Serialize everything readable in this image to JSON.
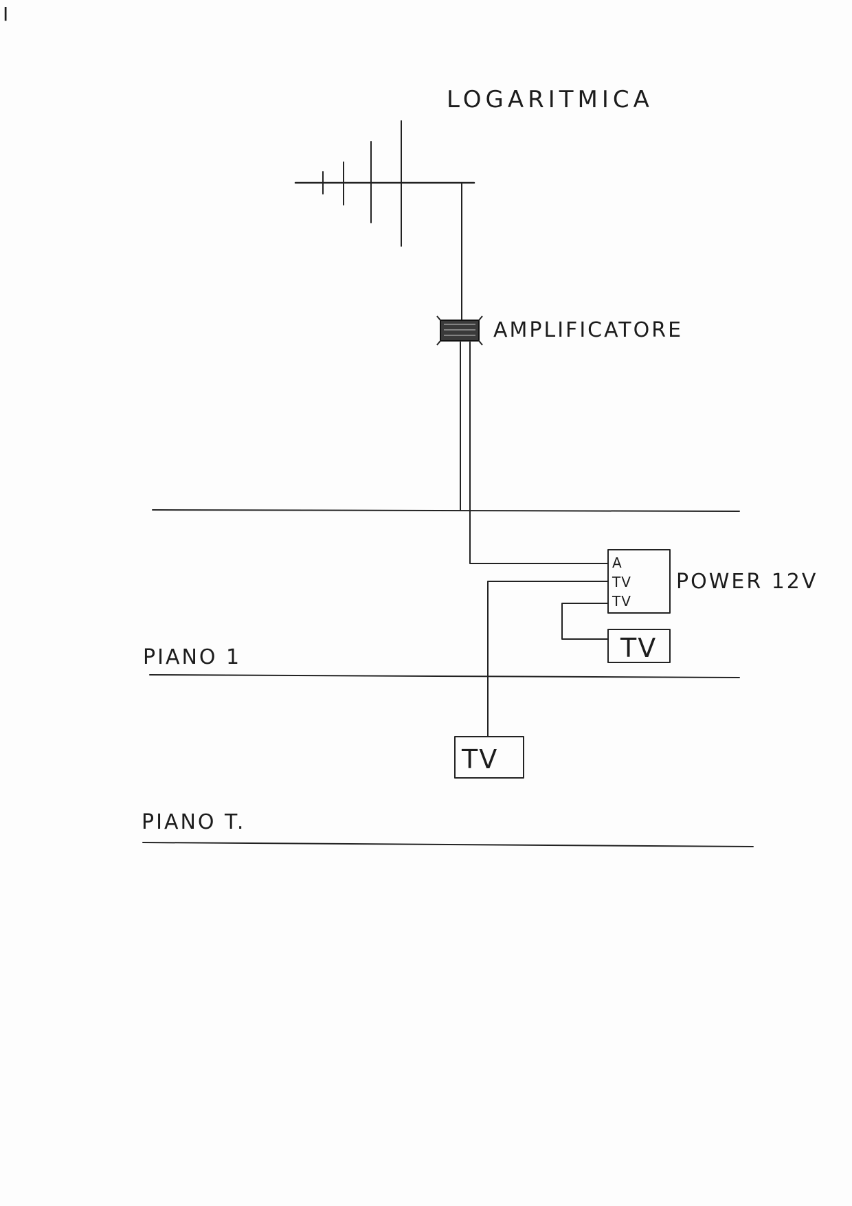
{
  "diagram": {
    "antenna_label": "LOGARITMICA",
    "amplifier_label": "AMPLIFICATORE",
    "power_supply": {
      "label": "POWER 12V",
      "ports": [
        "A",
        "TV",
        "TV"
      ]
    },
    "tv_upper_label": "TV",
    "tv_lower_label": "TV",
    "floors": [
      {
        "label": "PIANO 1"
      },
      {
        "label": "PIANO T."
      }
    ],
    "corner_mark": "I"
  },
  "colors": {
    "ink": "#222222",
    "paper": "#fdfdfd"
  }
}
